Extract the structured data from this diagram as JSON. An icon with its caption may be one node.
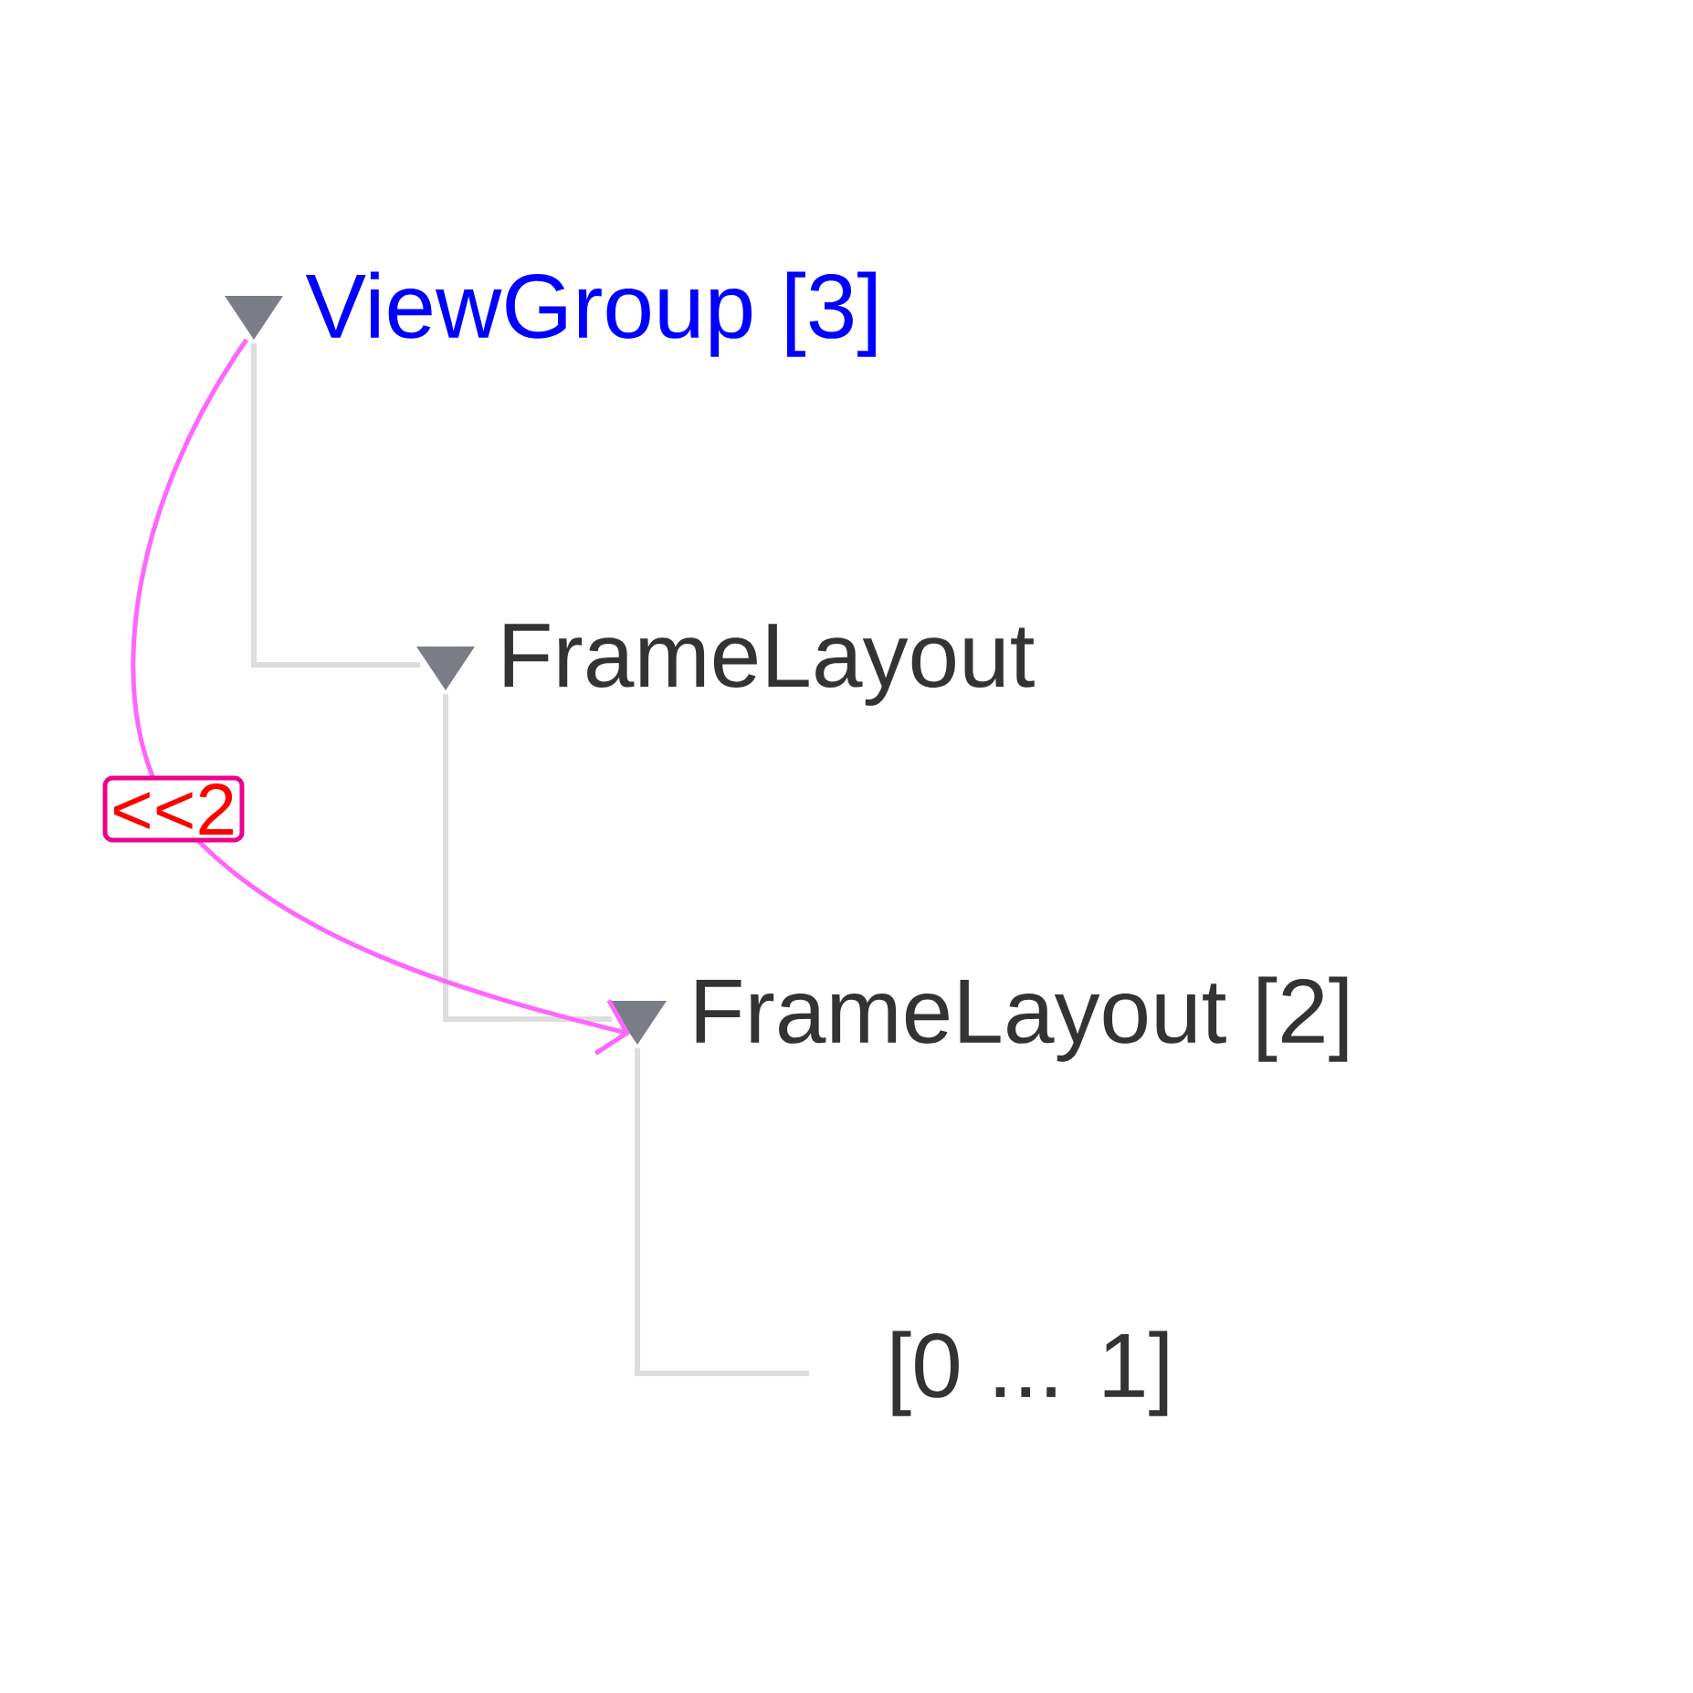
{
  "diagram": {
    "nodes": [
      {
        "text": [
          "ViewGroup [3]"
        ]
      },
      {
        "text": [
          "FrameLayout"
        ]
      },
      {
        "text": [
          "FrameLayout [2]"
        ]
      },
      {
        "text": [
          "[0 ... 1]"
        ]
      }
    ],
    "edges": [
      {
        "from": 0,
        "to": 1,
        "arrow": "none"
      },
      {
        "from": 1,
        "to": 2,
        "arrow": "none"
      },
      {
        "from": 2,
        "to": 3,
        "arrow": "none"
      },
      {
        "from": 0,
        "to": 2,
        "arrow": "to",
        "label": "<<2",
        "color": "#ff66ff"
      }
    ]
  }
}
